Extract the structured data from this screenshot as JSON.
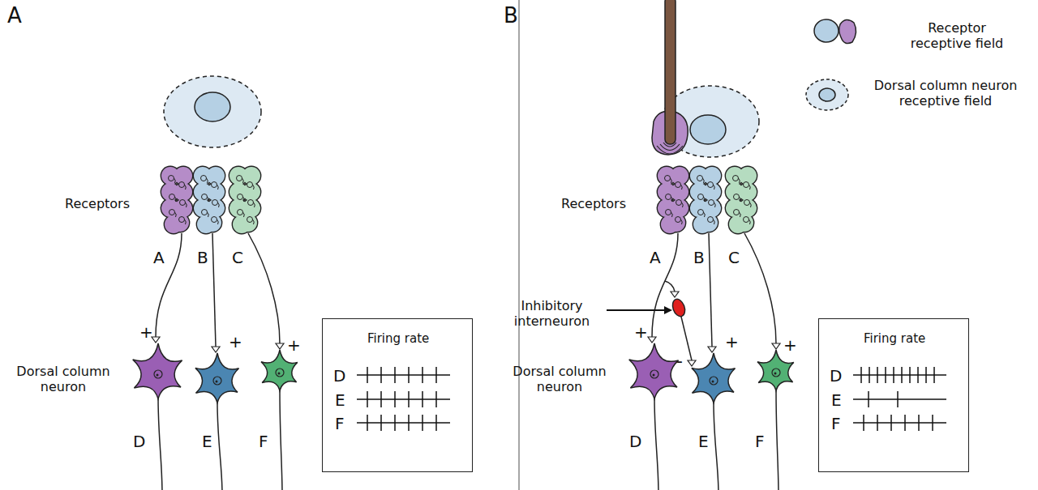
{
  "diagram": {
    "nodes": [
      {
        "text": [
          "Firing rate",
          "D",
          "E",
          "F"
        ]
      },
      {
        "text": [
          "Firing rate",
          "D",
          "E",
          "F"
        ]
      }
    ],
    "labels": [
      "A",
      "Receptors",
      "A",
      "B",
      "C",
      "+",
      "+",
      "+",
      "Dorsal column neuron",
      "D",
      "E",
      "F",
      "B",
      "Receptors",
      "A",
      "B",
      "C",
      "Inhibitory interneuron",
      "+",
      "-",
      "+",
      "+",
      "Dorsal column neuron",
      "D",
      "E",
      "F"
    ],
    "legend": [
      {
        "text": "Receptor receptive field"
      },
      {
        "text": "Dorsal column neuron receptive field"
      }
    ]
  }
}
